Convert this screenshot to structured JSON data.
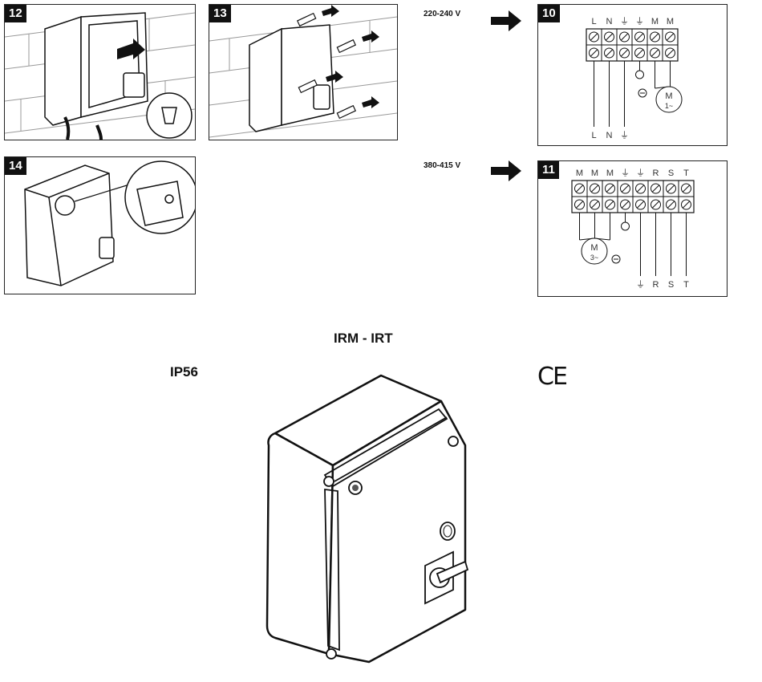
{
  "steps": {
    "s12": "12",
    "s13": "13",
    "s14": "14",
    "s10": "10",
    "s11": "11"
  },
  "voltage": {
    "single_phase": "220-240 V",
    "three_phase": "380-415 V"
  },
  "wiring_single": {
    "top_labels": [
      "L",
      "N",
      "⏚",
      "⏚",
      "M",
      "M"
    ],
    "bottom_labels": [
      "L",
      "N",
      "⏚"
    ],
    "motor": "M",
    "motor_phase": "1~"
  },
  "wiring_three": {
    "top_labels": [
      "M",
      "M",
      "M",
      "⏚",
      "⏚",
      "R",
      "S",
      "T"
    ],
    "bottom_labels": [
      "⏚",
      "R",
      "S",
      "T"
    ],
    "motor": "M",
    "motor_phase": "3~"
  },
  "product": {
    "title": "IRM - IRT",
    "rating": "IP56",
    "mark": "CE"
  },
  "icons": [
    "arrow-right-icon",
    "screw-icon",
    "push-arrow-icon",
    "ground-icon",
    "motor-icon"
  ]
}
